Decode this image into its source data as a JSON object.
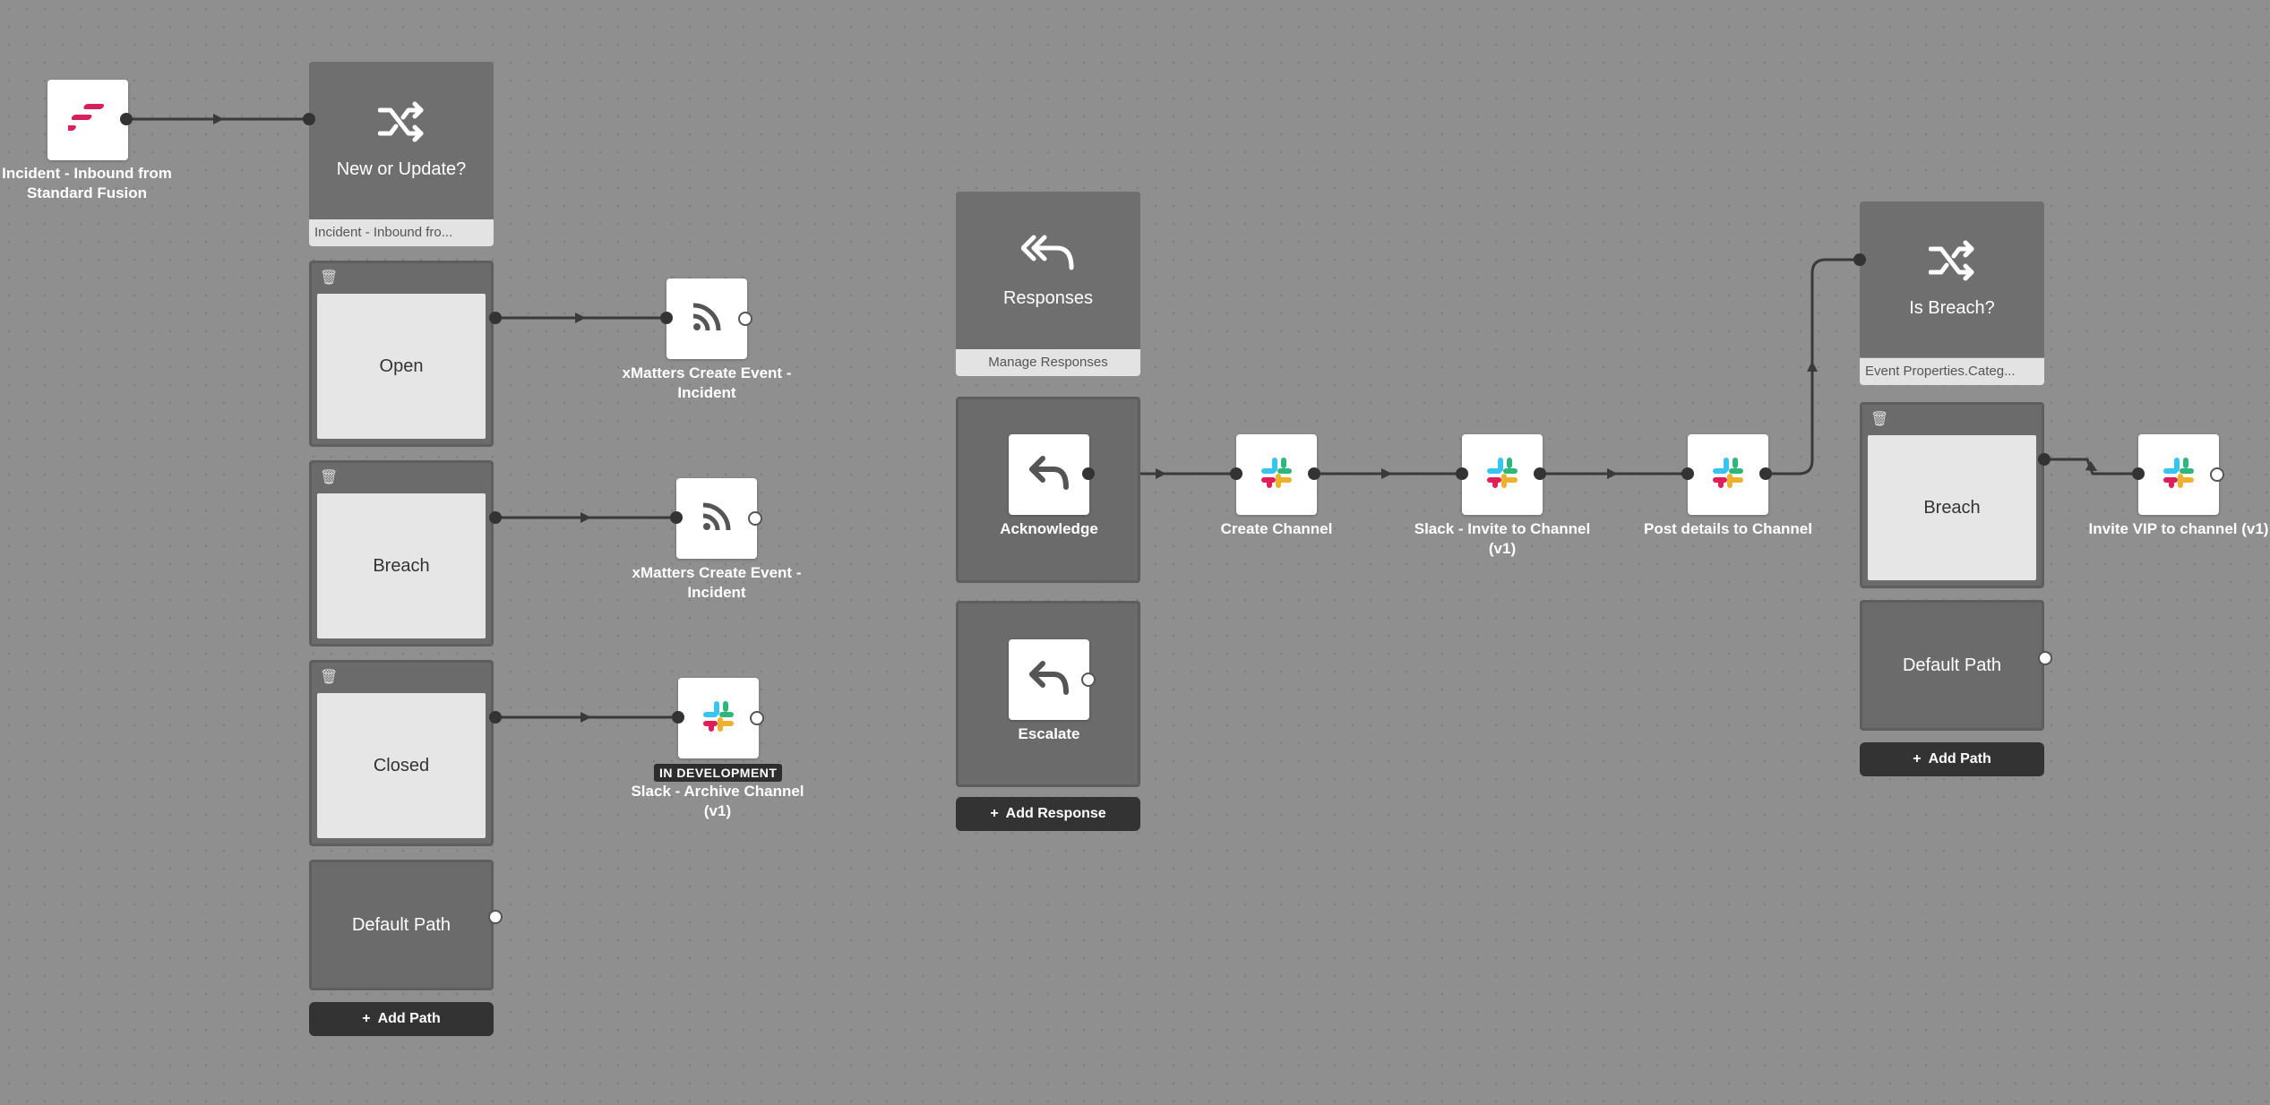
{
  "trigger": {
    "label": "Incident - Inbound from Standard Fusion",
    "icon": "xmatters-flow-icon"
  },
  "switch1": {
    "title": "New or Update?",
    "subtitle": "Incident - Inbound fro...",
    "paths": [
      {
        "label": "Open"
      },
      {
        "label": "Breach"
      },
      {
        "label": "Closed"
      }
    ],
    "default_label": "Default Path",
    "add_path_label": "Add Path"
  },
  "steps": {
    "xm1": {
      "label": "xMatters Create Event - Incident"
    },
    "xm2": {
      "label": "xMatters Create Event - Incident"
    },
    "archive": {
      "label": "Slack - Archive Channel (v1)",
      "badge": "IN DEVELOPMENT"
    },
    "create_channel": {
      "label": "Create Channel"
    },
    "invite": {
      "label": "Slack - Invite to Channel (v1)"
    },
    "post_details": {
      "label": "Post details to Channel"
    },
    "invite_vip": {
      "label": "Invite VIP to channel (v1)"
    }
  },
  "responses": {
    "title": "Responses",
    "subtitle": "Manage Responses",
    "items": [
      {
        "label": "Acknowledge"
      },
      {
        "label": "Escalate"
      }
    ],
    "add_label": "Add Response"
  },
  "switch2": {
    "title": "Is Breach?",
    "subtitle": "Event Properties.Categ...",
    "paths": [
      {
        "label": "Breach"
      }
    ],
    "default_label": "Default Path",
    "add_path_label": "Add Path"
  },
  "colors": {
    "canvas": "#8f8f8f",
    "node_dark": "#6b6b6b",
    "button": "#333333",
    "xmatters_pink": "#d81e5b"
  }
}
